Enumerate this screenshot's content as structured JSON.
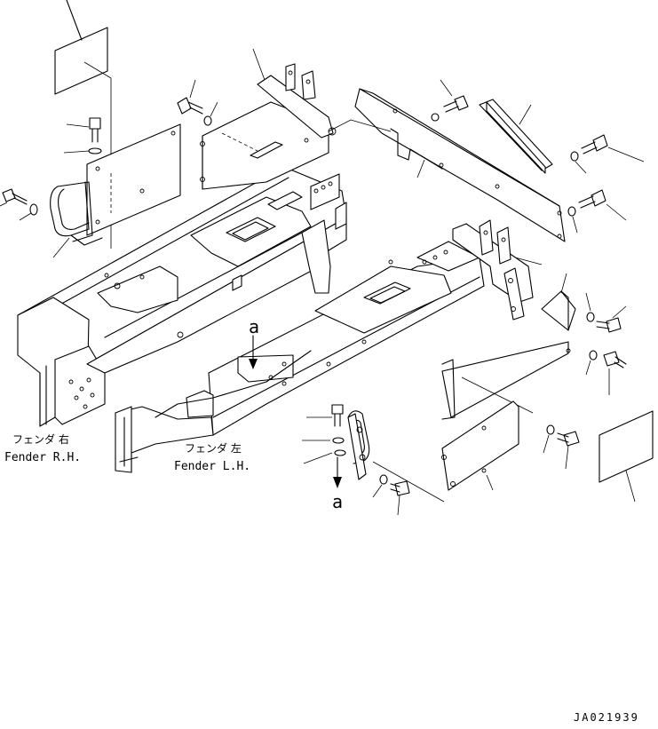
{
  "labels": {
    "fender_rh_jp": "フェンダ 右",
    "fender_rh_en": "Fender R.H.",
    "fender_lh_jp": "フェンダ 左",
    "fender_lh_en": "Fender L.H.",
    "mark_a_upper": "a",
    "mark_a_lower": "a"
  },
  "drawing_code": "JA021939"
}
